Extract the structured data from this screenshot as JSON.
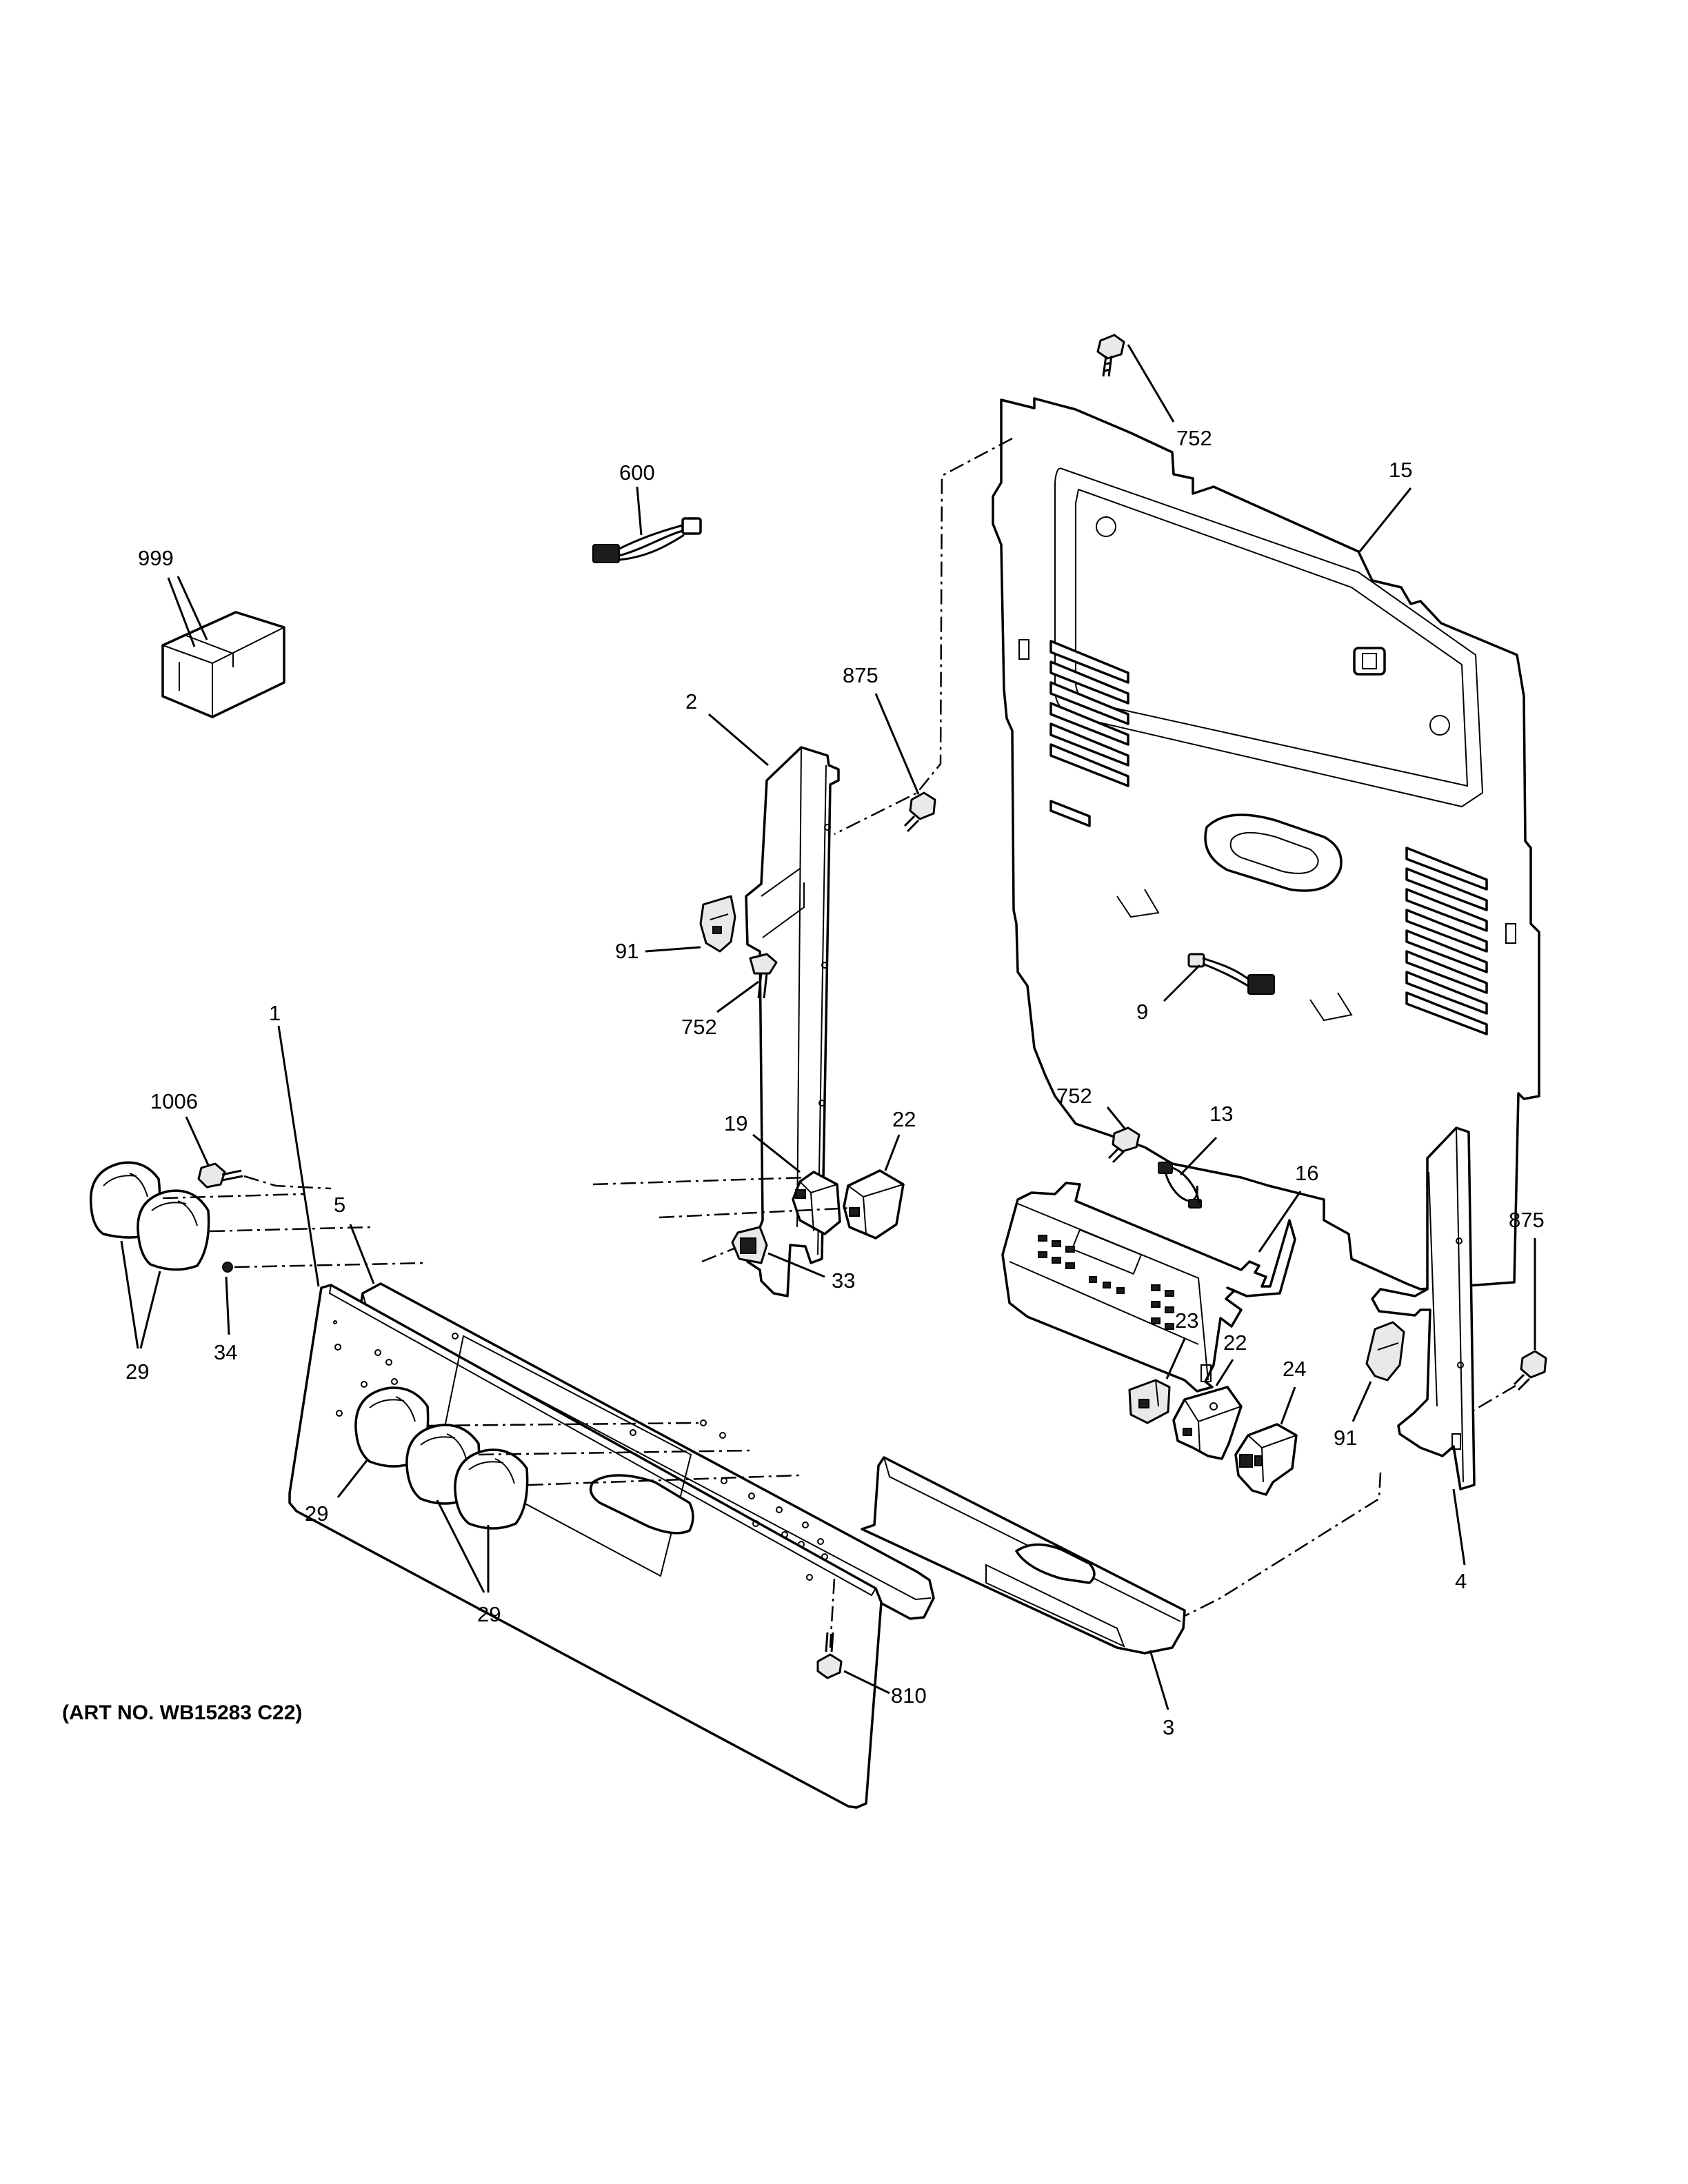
{
  "callouts": {
    "c999": "999",
    "c600": "600",
    "c752_top": "752",
    "c15": "15",
    "c875_left": "875",
    "c2": "2",
    "c91_left": "91",
    "c752_left": "752",
    "c5": "5",
    "c1": "1",
    "c1006": "1006",
    "c19": "19",
    "c22_top": "22",
    "c33": "33",
    "c34": "34",
    "c29_left": "29",
    "c752_mid": "752",
    "c9": "9",
    "c13": "13",
    "c16": "16",
    "c875_right": "875",
    "c23": "23",
    "c22_bottom": "22",
    "c24": "24",
    "c91_right": "91",
    "c4": "4",
    "c29_middle": "29",
    "c29_bottom": "29",
    "c810": "810",
    "c3": "3"
  },
  "art_number": "(ART NO. WB15283 C22)"
}
